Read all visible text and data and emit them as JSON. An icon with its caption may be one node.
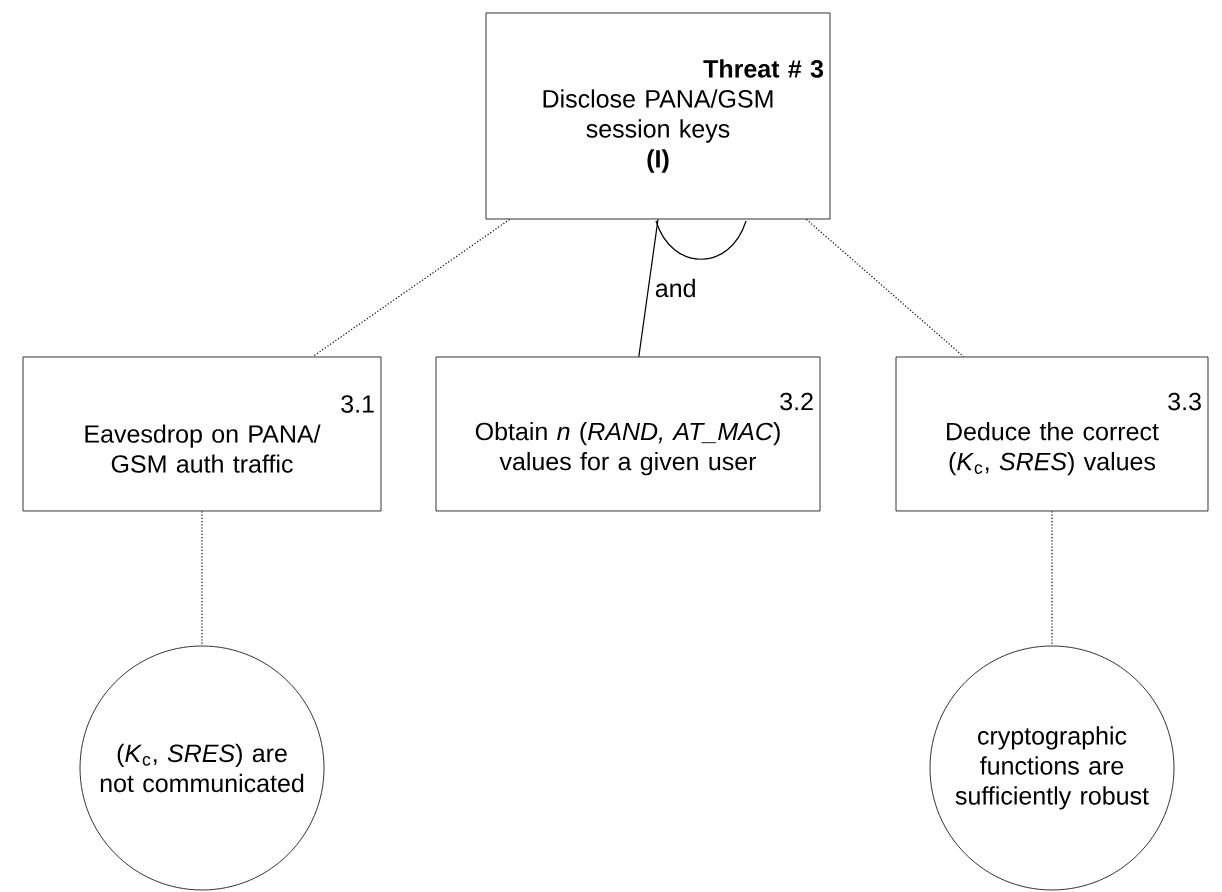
{
  "diagram": {
    "nodes": [
      {
        "text": [
          "Threat # 3",
          "Disclose PANA/GSM session keys",
          "(I)"
        ]
      },
      {
        "text": [
          "3.1",
          "Eavesdrop on PANA/ GSM auth traffic"
        ]
      },
      {
        "text": [
          "3.2",
          "Obtain *n* (*RAND, AT_MAC*) values for a given user"
        ]
      },
      {
        "text": [
          "3.3",
          "Deduce the correct (*K*$_{c}$, *SRES*) values"
        ]
      },
      {
        "text": [
          "(*K*$_{c}$, *SRES*) are not communicated"
        ]
      },
      {
        "text": [
          "cryptographic functions are sufficiently robust"
        ]
      }
    ],
    "edges": [
      {
        "from": 0,
        "to": 1,
        "arrow": "none",
        "style": "dashed"
      },
      {
        "from": 0,
        "to": 2,
        "arrow": "none",
        "label": "and"
      },
      {
        "from": 0,
        "to": 3,
        "arrow": "none",
        "style": "dashed"
      },
      {
        "from": 1,
        "to": 4,
        "arrow": "none",
        "style": "dashed"
      },
      {
        "from": 3,
        "to": 5,
        "arrow": "none",
        "style": "dashed"
      }
    ]
  }
}
